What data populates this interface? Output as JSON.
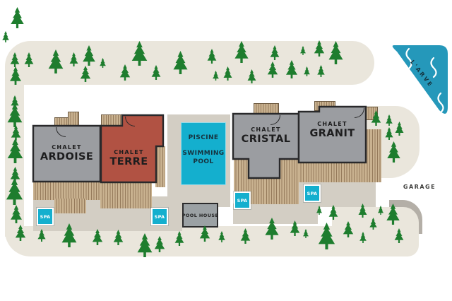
{
  "site": {
    "buildings": {
      "ardoise": {
        "prefix": "CHALET",
        "name": "ARDOISE"
      },
      "terre": {
        "prefix": "CHALET",
        "name": "TERRE"
      },
      "cristal": {
        "prefix": "CHALET",
        "name": "CRISTAL"
      },
      "granit": {
        "prefix": "CHALET",
        "name": "GRANIT"
      }
    },
    "pool": {
      "label_fr": "PISCINE",
      "label_en_line1": "SWIMMING",
      "label_en_line2": "POOL"
    },
    "pool_house_label": "POOL HOUSE",
    "spa_label": "SPA",
    "garage_label": "GARAGE",
    "river_label": "L'ARVE"
  },
  "colors": {
    "path_beige": "#eae6dc",
    "patio_greige": "#d3cec4",
    "deck_tan": "#c9b290",
    "building_gray": "#9b9da1",
    "building_red": "#b15243",
    "outline_dark": "#29292b",
    "pool_cyan": "#14afce",
    "river_blue": "#2598ba",
    "tree_green": "#1e7d2e",
    "driveway_gray": "#b4afa7"
  },
  "trees": [
    [
      13,
      10,
      23
    ],
    [
      2,
      44,
      12
    ],
    [
      13,
      74,
      16
    ],
    [
      12,
      94,
      20
    ],
    [
      14,
      135,
      14
    ],
    [
      8,
      146,
      26
    ],
    [
      14,
      177,
      17
    ],
    [
      8,
      196,
      27
    ],
    [
      13,
      236,
      17
    ],
    [
      6,
      252,
      29
    ],
    [
      13,
      290,
      20
    ],
    [
      33,
      74,
      16
    ],
    [
      66,
      70,
      26
    ],
    [
      97,
      74,
      15
    ],
    [
      115,
      64,
      22
    ],
    [
      112,
      93,
      18
    ],
    [
      140,
      82,
      11
    ],
    [
      168,
      91,
      18
    ],
    [
      184,
      58,
      27
    ],
    [
      213,
      92,
      16
    ],
    [
      243,
      72,
      25
    ],
    [
      292,
      69,
      16
    ],
    [
      300,
      100,
      11
    ],
    [
      315,
      94,
      15
    ],
    [
      330,
      58,
      24
    ],
    [
      349,
      98,
      15
    ],
    [
      381,
      64,
      16
    ],
    [
      377,
      87,
      18
    ],
    [
      403,
      85,
      20
    ],
    [
      424,
      65,
      10
    ],
    [
      429,
      94,
      11
    ],
    [
      443,
      57,
      18
    ],
    [
      448,
      92,
      13
    ],
    [
      463,
      58,
      25
    ],
    [
      524,
      156,
      17
    ],
    [
      545,
      162,
      12
    ],
    [
      544,
      180,
      14
    ],
    [
      558,
      172,
      15
    ],
    [
      546,
      200,
      23
    ],
    [
      20,
      318,
      18
    ],
    [
      52,
      324,
      14
    ],
    [
      85,
      316,
      26
    ],
    [
      129,
      324,
      18
    ],
    [
      159,
      325,
      17
    ],
    [
      192,
      330,
      26
    ],
    [
      217,
      334,
      18
    ],
    [
      246,
      327,
      16
    ],
    [
      281,
      319,
      18
    ],
    [
      308,
      327,
      12
    ],
    [
      339,
      323,
      17
    ],
    [
      373,
      308,
      24
    ],
    [
      409,
      312,
      17
    ],
    [
      428,
      324,
      10
    ],
    [
      447,
      291,
      10
    ],
    [
      448,
      315,
      29
    ],
    [
      464,
      290,
      16
    ],
    [
      484,
      313,
      18
    ],
    [
      506,
      288,
      15
    ],
    [
      508,
      328,
      12
    ],
    [
      522,
      308,
      13
    ],
    [
      534,
      291,
      10
    ],
    [
      545,
      288,
      23
    ],
    [
      557,
      323,
      16
    ]
  ]
}
